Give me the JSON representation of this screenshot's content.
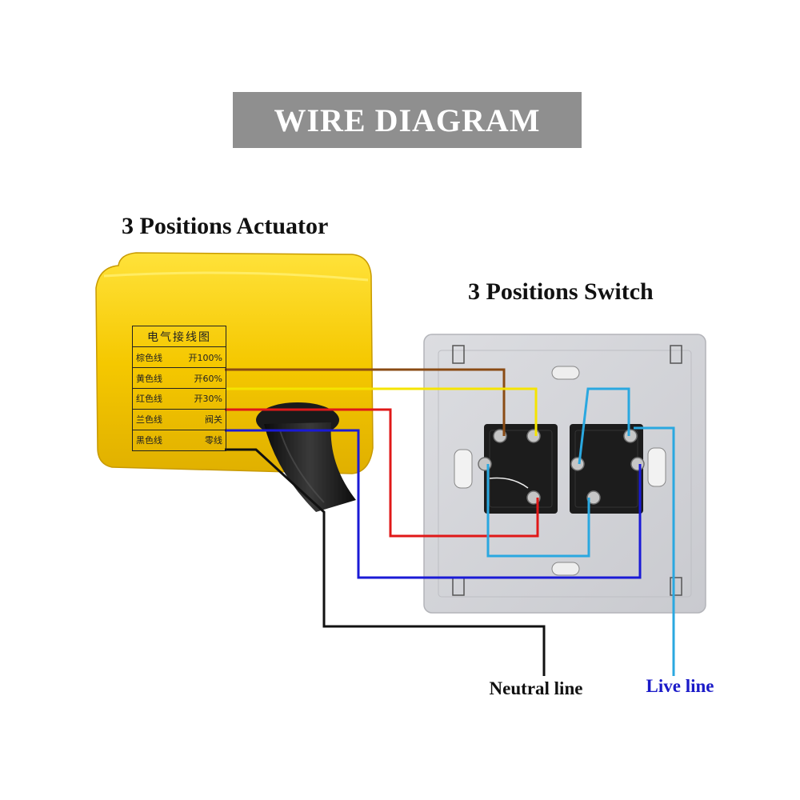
{
  "title": "WIRE DIAGRAM",
  "actuator": {
    "heading": "3 Positions Actuator",
    "label_table": {
      "header": "电气接线图",
      "rows": [
        {
          "wire": "棕色线",
          "function": "开100%"
        },
        {
          "wire": "黄色线",
          "function": "开60%"
        },
        {
          "wire": "红色线",
          "function": "开30%"
        },
        {
          "wire": "兰色线",
          "function": "阀关"
        },
        {
          "wire": "黑色线",
          "function": "零线"
        }
      ]
    }
  },
  "switch": {
    "heading": "3 Positions Switch"
  },
  "labels": {
    "neutral": "Neutral line",
    "live": "Live line"
  },
  "colors": {
    "title_bg": "#8f8f8f",
    "actuator_body": "#f5c800",
    "switch_plate": "#d3d4d8",
    "wire_brown": "#8a4b14",
    "wire_yellow": "#f5e400",
    "wire_red": "#e01818",
    "wire_blue": "#1a1ad6",
    "wire_black": "#111111",
    "wire_live": "#2aa8e0",
    "live_label": "#1a1ac8"
  }
}
